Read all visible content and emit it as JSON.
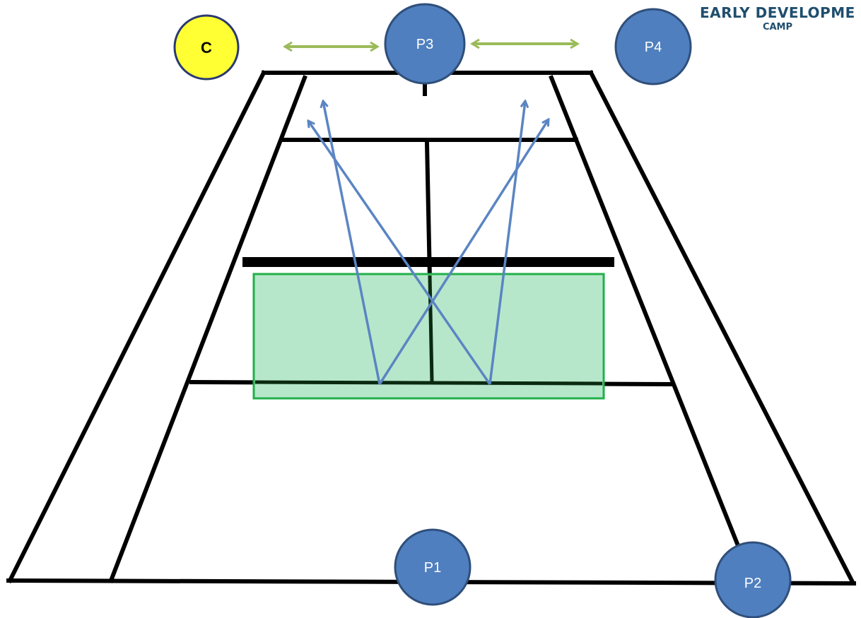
{
  "logo": {
    "line1": "EARLY DEVELOPME",
    "line2": "CAMP"
  },
  "people": {
    "coach": "C",
    "p1": "P1",
    "p2": "P2",
    "p3": "P3",
    "p4": "P4"
  },
  "colors": {
    "court_lines": "#000000",
    "player_fill": "#4f7fbf",
    "player_stroke": "#2f4f7a",
    "coach_fill": "#ffff33",
    "coach_stroke": "#2b3a70",
    "target_zone_fill": "#b3e6c8",
    "target_zone_stroke": "#22b04a",
    "shot_arrows": "#5b85c2",
    "movement_arrows": "#9bbb59",
    "logo_text": "#1f4e6e"
  }
}
